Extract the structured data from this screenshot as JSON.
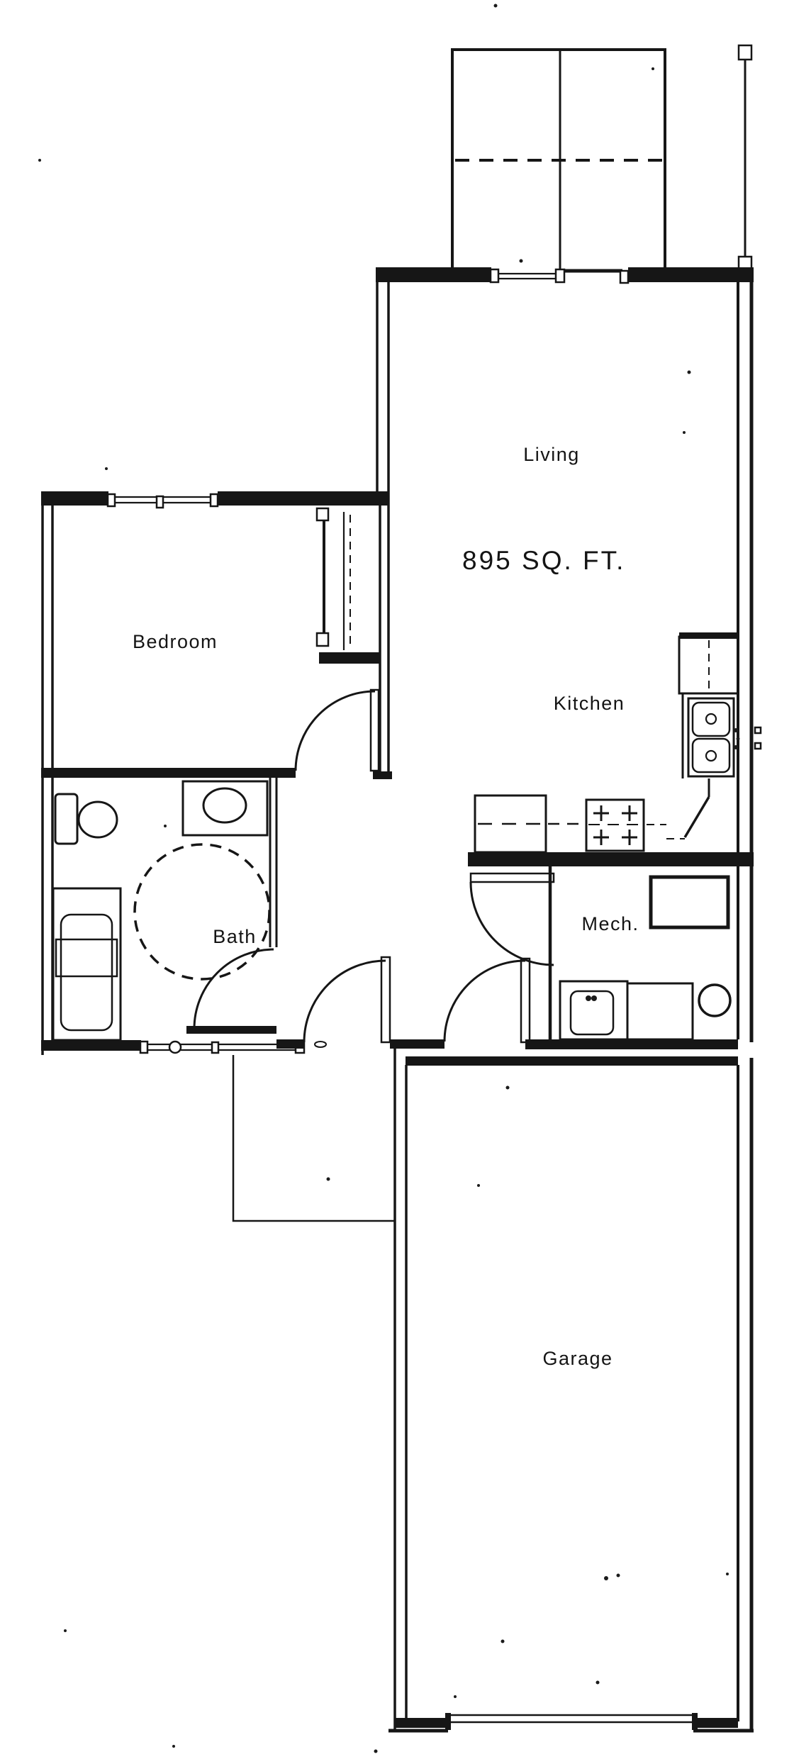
{
  "document": {
    "type": "architectural-floor-plan",
    "area_text": "895 SQ. FT."
  },
  "labels": {
    "living": "Living",
    "sqft": "895 SQ. FT.",
    "kitchen": "Kitchen",
    "bedroom": "Bedroom",
    "bath": "Bath",
    "mech": "Mech.",
    "garage": "Garage"
  },
  "colors": {
    "ink": "#161616",
    "paper": "#ffffff"
  }
}
